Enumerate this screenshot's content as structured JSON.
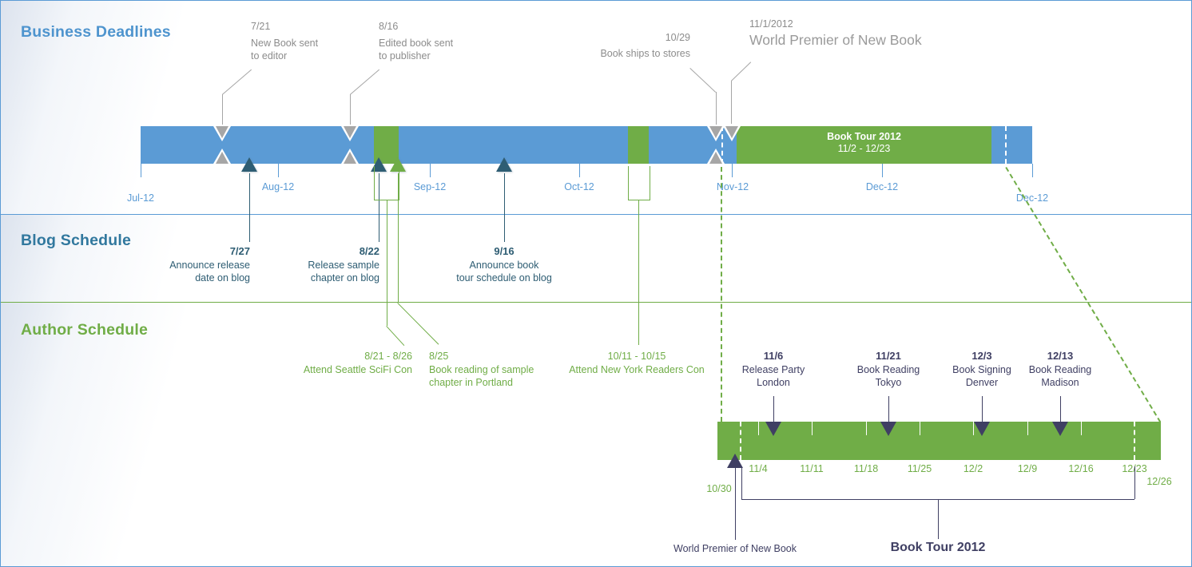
{
  "sections": {
    "business": {
      "title": "Business Deadlines",
      "axis_labels": [
        "Jul-12",
        "Aug-12",
        "Sep-12",
        "Oct-12",
        "Nov-12",
        "Dec-12",
        "Dec-12"
      ],
      "milestones": [
        {
          "date": "7/21",
          "line1": "New Book sent",
          "line2": "to editor"
        },
        {
          "date": "8/16",
          "line1": "Edited book sent",
          "line2": "to publisher"
        },
        {
          "date": "10/29",
          "line1": "Book ships to stores"
        },
        {
          "date": "11/1/2012",
          "line1": "World Premier of New Book"
        }
      ],
      "tour_bar": {
        "line1": "Book Tour 2012",
        "line2": "11/2 - 12/23"
      }
    },
    "blog": {
      "title": "Blog Schedule",
      "milestones": [
        {
          "date": "7/27",
          "line1": "Announce release",
          "line2": "date on blog"
        },
        {
          "date": "8/22",
          "line1": "Release sample",
          "line2": "chapter on blog"
        },
        {
          "date": "9/16",
          "line1": "Announce book",
          "line2": "tour schedule on blog"
        }
      ]
    },
    "author": {
      "title": "Author Schedule",
      "events": [
        {
          "date": "8/21 - 8/26",
          "line1": "Attend Seattle SciFi Con"
        },
        {
          "date": "8/25",
          "line1": "Book reading of sample",
          "line2": "chapter in Portland"
        },
        {
          "date": "10/11 - 10/15",
          "line1": "Attend New York Readers Con"
        }
      ],
      "tour": {
        "start_label": "10/30",
        "end_label": "12/26",
        "week_labels": [
          "11/4",
          "11/11",
          "11/18",
          "11/25",
          "12/2",
          "12/9",
          "12/16",
          "12/23"
        ],
        "events": [
          {
            "date": "11/6",
            "line1": "Release Party",
            "line2": "London"
          },
          {
            "date": "11/21",
            "line1": "Book Reading",
            "line2": "Tokyo"
          },
          {
            "date": "12/3",
            "line1": "Book Signing",
            "line2": "Denver"
          },
          {
            "date": "12/13",
            "line1": "Book Reading",
            "line2": "Madison"
          }
        ],
        "premier_label": "World Premier of New Book",
        "tour_label": "Book Tour 2012"
      }
    }
  },
  "colors": {
    "bar_blue": "#5b9bd5",
    "green": "#70ad47",
    "gray_marker": "#a6a6a6",
    "gray_text": "#8c8c8c",
    "blog_navy": "#2e5d73",
    "blog_title": "#31789e",
    "business_title": "#4e94ce",
    "tour_navy": "#3f3f63"
  },
  "chart_data": {
    "type": "bar",
    "subtype": "timeline",
    "title": "",
    "x_axis": {
      "tick_labels": [
        "Jul-12",
        "Aug-12",
        "Sep-12",
        "Oct-12",
        "Nov-12",
        "Dec-12",
        "Dec-12"
      ],
      "range": [
        "Jul 2012",
        "end of Dec 2012"
      ]
    },
    "legend_position": "none",
    "grid": false,
    "series": [
      {
        "name": "Business Deadlines",
        "milestones": [
          {
            "date": "7/21",
            "label": "New Book sent to editor"
          },
          {
            "date": "8/16",
            "label": "Edited book sent to publisher"
          },
          {
            "date": "10/29",
            "label": "Book ships to stores"
          },
          {
            "date": "11/1/2012",
            "label": "World Premier of New Book"
          }
        ],
        "bars": [
          {
            "label": "Book Tour 2012",
            "start": "11/2",
            "end": "12/23"
          }
        ]
      },
      {
        "name": "Blog Schedule",
        "milestones": [
          {
            "date": "7/27",
            "label": "Announce release date on blog"
          },
          {
            "date": "8/22",
            "label": "Release sample chapter on blog"
          },
          {
            "date": "9/16",
            "label": "Announce book tour schedule on blog"
          }
        ]
      },
      {
        "name": "Author Schedule",
        "ranges": [
          {
            "start": "8/21",
            "end": "8/26",
            "label": "Attend Seattle SciFi Con"
          },
          {
            "start": "10/11",
            "end": "10/15",
            "label": "Attend New York Readers Con"
          },
          {
            "start": "11/2",
            "end": "12/23",
            "label": "Book Tour 2012"
          }
        ],
        "milestones": [
          {
            "date": "8/25",
            "label": "Book reading of sample chapter in Portland"
          },
          {
            "date": "10/30",
            "label": "World Premier of New Book"
          },
          {
            "date": "11/6",
            "label": "Release Party London"
          },
          {
            "date": "11/21",
            "label": "Book Reading Tokyo"
          },
          {
            "date": "12/3",
            "label": "Book Signing Denver"
          },
          {
            "date": "12/13",
            "label": "Book Reading Madison"
          }
        ],
        "zoom_axis_labels": [
          "10/30",
          "11/4",
          "11/11",
          "11/18",
          "11/25",
          "12/2",
          "12/9",
          "12/16",
          "12/23",
          "12/26"
        ]
      }
    ]
  }
}
